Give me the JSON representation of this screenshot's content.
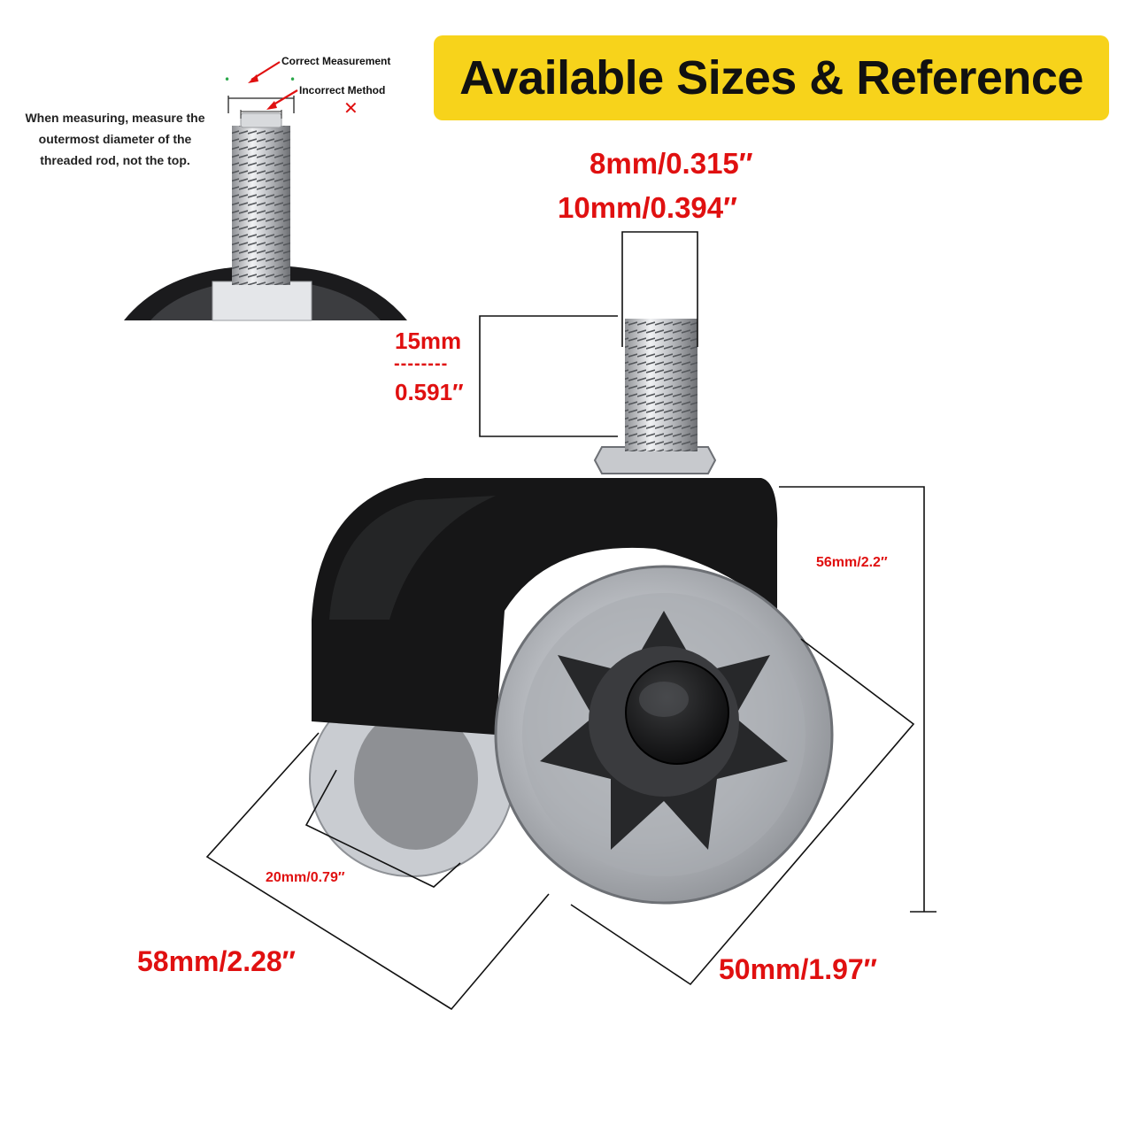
{
  "banner": {
    "title": "Available Sizes & Reference"
  },
  "measurement_note": {
    "lines": [
      "When measuring, measure the",
      "outermost diameter of the",
      "threaded rod, not the top."
    ],
    "correct_label": "Correct Measurement",
    "incorrect_label": "Incorrect Method",
    "incorrect_mark": "✕"
  },
  "dimensions": {
    "thread_diameter_a": "8mm/0.315″",
    "thread_diameter_b": "10mm/0.394″",
    "stem_length_top": "15mm",
    "stem_length_divider": "--------",
    "stem_length_bottom": "0.591″",
    "height": "56mm/2.2″",
    "wheel_width": "20mm/0.79″",
    "overall_width": "58mm/2.28″",
    "wheel_diameter": "50mm/1.97″"
  },
  "colors": {
    "banner": "#f7d31b",
    "dimension_text": "#e01010",
    "dimension_lines": "#111111"
  }
}
